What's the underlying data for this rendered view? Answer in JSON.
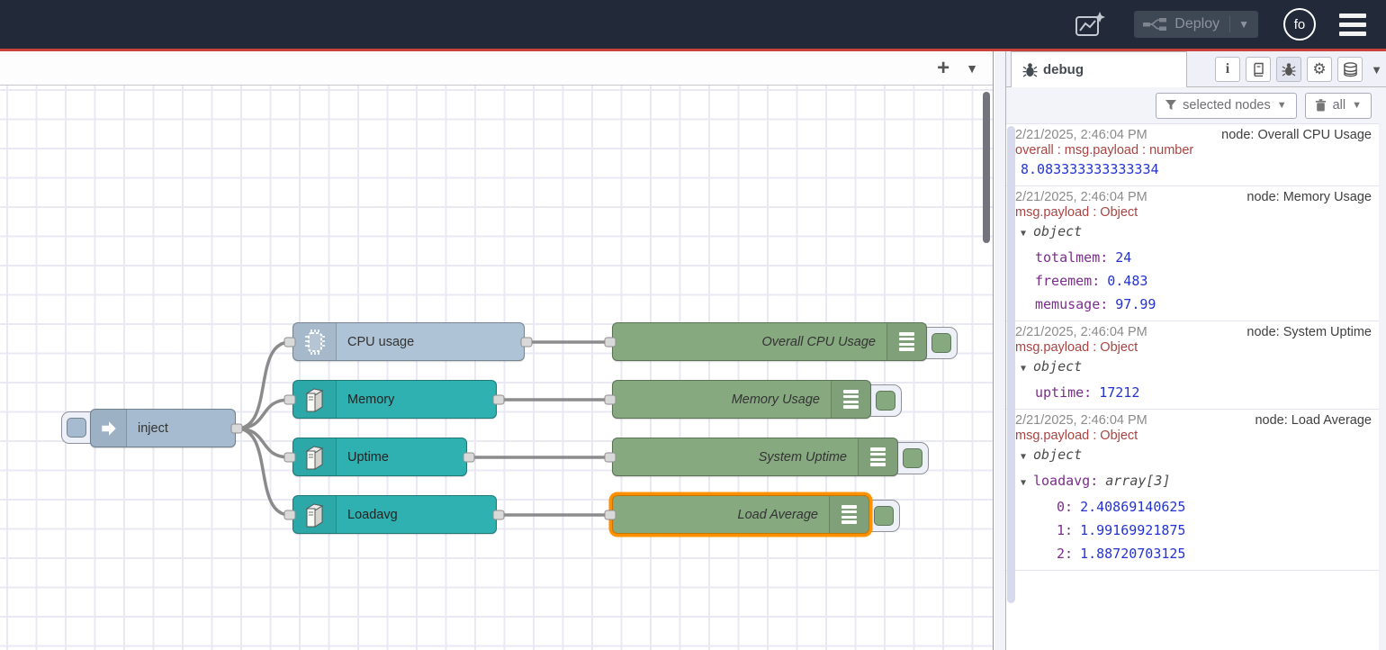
{
  "header": {
    "deploy_label": "Deploy",
    "avatar_label": "fo"
  },
  "workspace": {
    "nodes": [
      {
        "label": "inject",
        "type": "inject"
      },
      {
        "label": "CPU usage",
        "type": "os-cpu"
      },
      {
        "label": "Memory",
        "type": "os"
      },
      {
        "label": "Uptime",
        "type": "os"
      },
      {
        "label": "Loadavg",
        "type": "os"
      },
      {
        "label": "Overall CPU Usage",
        "type": "debug"
      },
      {
        "label": "Memory Usage",
        "type": "debug"
      },
      {
        "label": "System Uptime",
        "type": "debug"
      },
      {
        "label": "Load Average",
        "type": "debug",
        "selected": true
      }
    ]
  },
  "sidebar": {
    "tab_label": "debug",
    "filter_button_label": "selected nodes",
    "clear_button_label": "all",
    "messages": [
      {
        "timestamp": "2/21/2025, 2:46:04 PM",
        "source": "node: Overall CPU Usage",
        "property": "overall : msg.payload : number",
        "value": "8.083333333333334"
      },
      {
        "timestamp": "2/21/2025, 2:46:04 PM",
        "source": "node: Memory Usage",
        "property": "msg.payload : Object",
        "object_label": "object",
        "pairs": [
          {
            "key": "totalmem:",
            "value": "24"
          },
          {
            "key": "freemem:",
            "value": "0.483"
          },
          {
            "key": "memusage:",
            "value": "97.99"
          }
        ]
      },
      {
        "timestamp": "2/21/2025, 2:46:04 PM",
        "source": "node: System Uptime",
        "property": "msg.payload : Object",
        "object_label": "object",
        "pairs": [
          {
            "key": "uptime:",
            "value": "17212"
          }
        ]
      },
      {
        "timestamp": "2/21/2025, 2:46:04 PM",
        "source": "node: Load Average",
        "property": "msg.payload : Object",
        "object_label": "object",
        "array": {
          "key": "loadavg:",
          "type_label": "array[3]",
          "items": [
            {
              "key": "0:",
              "value": "2.40869140625"
            },
            {
              "key": "1:",
              "value": "1.99169921875"
            },
            {
              "key": "2:",
              "value": "1.88720703125"
            }
          ]
        }
      }
    ]
  },
  "colors": {
    "header_bg": "#222938",
    "accent_red": "#c8423b",
    "inject_blue": "#a6bbcf",
    "cpu_blue": "#aec3d6",
    "os_teal": "#2fb1b1",
    "debug_green": "#87a980",
    "selection_orange": "#ff9000",
    "key_purple": "#7b2d8b",
    "value_blue": "#2433d0",
    "property_red": "#a94442"
  }
}
